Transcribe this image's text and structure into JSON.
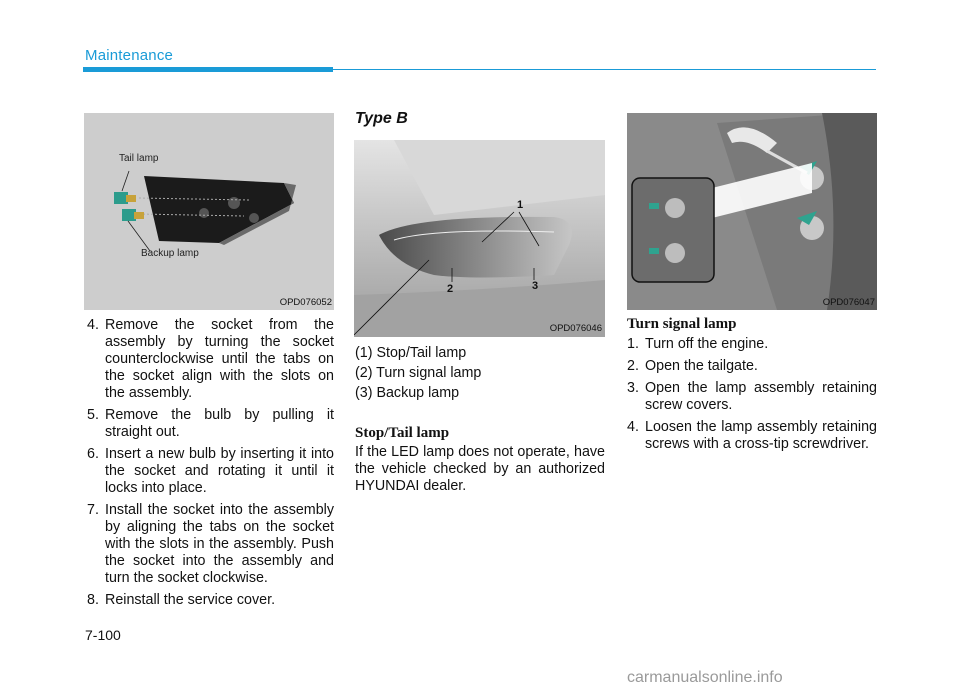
{
  "header": {
    "section": "Maintenance"
  },
  "fig1": {
    "code": "OPD076052",
    "label_tail": "Tail lamp",
    "label_backup": "Backup lamp"
  },
  "steps": [
    {
      "num": "4.",
      "text": "Remove the socket from the assembly by turning the socket counterclockwise until the tabs on the socket align with the slots on the assembly."
    },
    {
      "num": "5.",
      "text": "Remove the bulb by pulling it straight out."
    },
    {
      "num": "6.",
      "text": "Insert a new bulb by inserting it into the socket and rotating it until it locks into place."
    },
    {
      "num": "7.",
      "text": "Install the socket into the assembly by aligning the tabs on the socket with the slots in the assembly. Push the socket into the assembly and turn the socket clockwise."
    },
    {
      "num": "8.",
      "text": "Reinstall the service cover."
    }
  ],
  "typeb": {
    "title": "Type B",
    "fig_code": "OPD076046",
    "callouts": [
      "1",
      "2",
      "3"
    ],
    "legend": [
      "(1) Stop/Tail lamp",
      "(2) Turn signal lamp",
      "(3) Backup lamp"
    ],
    "stop_tail_heading": "Stop/Tail lamp",
    "stop_tail_text": "If the LED lamp does not operate, have the vehicle checked by an authorized HYUNDAI dealer."
  },
  "fig3": {
    "code": "OPD076047"
  },
  "turn_signal": {
    "heading": "Turn signal lamp",
    "steps": [
      {
        "num": "1.",
        "text": "Turn off the engine."
      },
      {
        "num": "2.",
        "text": "Open the tailgate."
      },
      {
        "num": "3.",
        "text": "Open the lamp assembly retaining screw covers."
      },
      {
        "num": "4.",
        "text": "Loosen the lamp assembly retaining screws with a cross-tip screwdriver."
      }
    ]
  },
  "footer": {
    "page": "7-100",
    "watermark": "carmanualsonline.info"
  }
}
